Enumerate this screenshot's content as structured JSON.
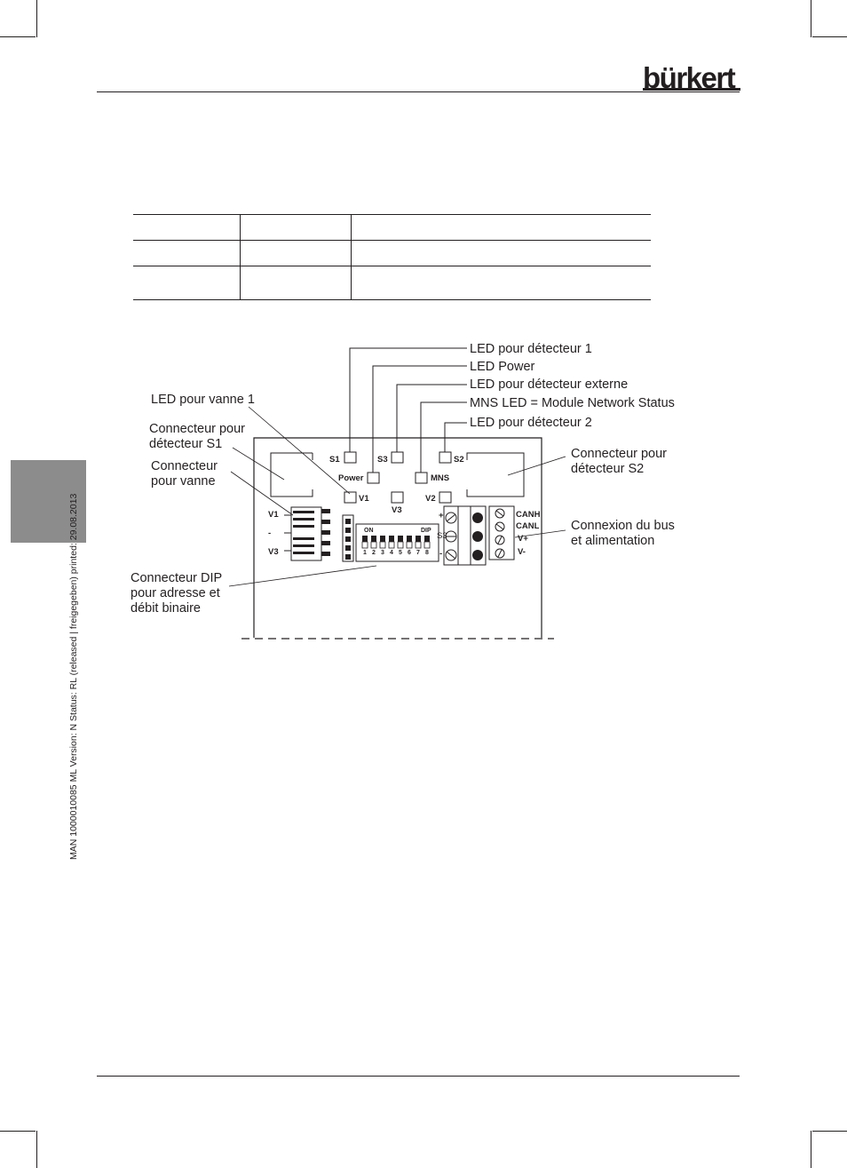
{
  "brand": {
    "logo_text": "bürkert"
  },
  "sidebar": {
    "status_text": "MAN  1000010085  ML  Version: N  Status: RL (released | freigegeben)  printed: 29.08.2013"
  },
  "diagram": {
    "callouts": {
      "led_detector_1": "LED pour détecteur 1",
      "led_power": "LED Power",
      "led_external_detector": "LED pour détecteur externe",
      "mns_led": "MNS LED = Module Network Status",
      "led_detector_2": "LED pour détecteur 2",
      "led_valve_1": "LED pour vanne 1",
      "connector_s1_line1": "Connecteur pour",
      "connector_s1_line2": "détecteur S1",
      "connector_valve_line1": "Connecteur",
      "connector_valve_line2": "pour vanne",
      "connector_s2_line1": "Connecteur pour",
      "connector_s2_line2": "détecteur S2",
      "bus_line1": "Connexion du bus",
      "bus_line2": "et alimentation",
      "dip_line1": "Connecteur DIP",
      "dip_line2": "pour adresse et",
      "dip_line3": "débit binaire"
    },
    "board_labels": {
      "s1": "S1",
      "s3": "S3",
      "s2": "S2",
      "power": "Power",
      "mns": "MNS",
      "v1_led": "V1",
      "v3_led": "V3",
      "v2_led": "V2",
      "v1": "V1",
      "minus": "-",
      "v3": "V3",
      "dip_on": "ON",
      "dip_dip": "DIP",
      "dip_numbers": [
        "1",
        "2",
        "3",
        "4",
        "5",
        "6",
        "7",
        "8"
      ],
      "plus_term": "+",
      "minus_term": "-",
      "s3_term": "S3",
      "canh": "CANH",
      "canl": "CANL",
      "vplus": "V+",
      "vminus": "V-"
    }
  }
}
